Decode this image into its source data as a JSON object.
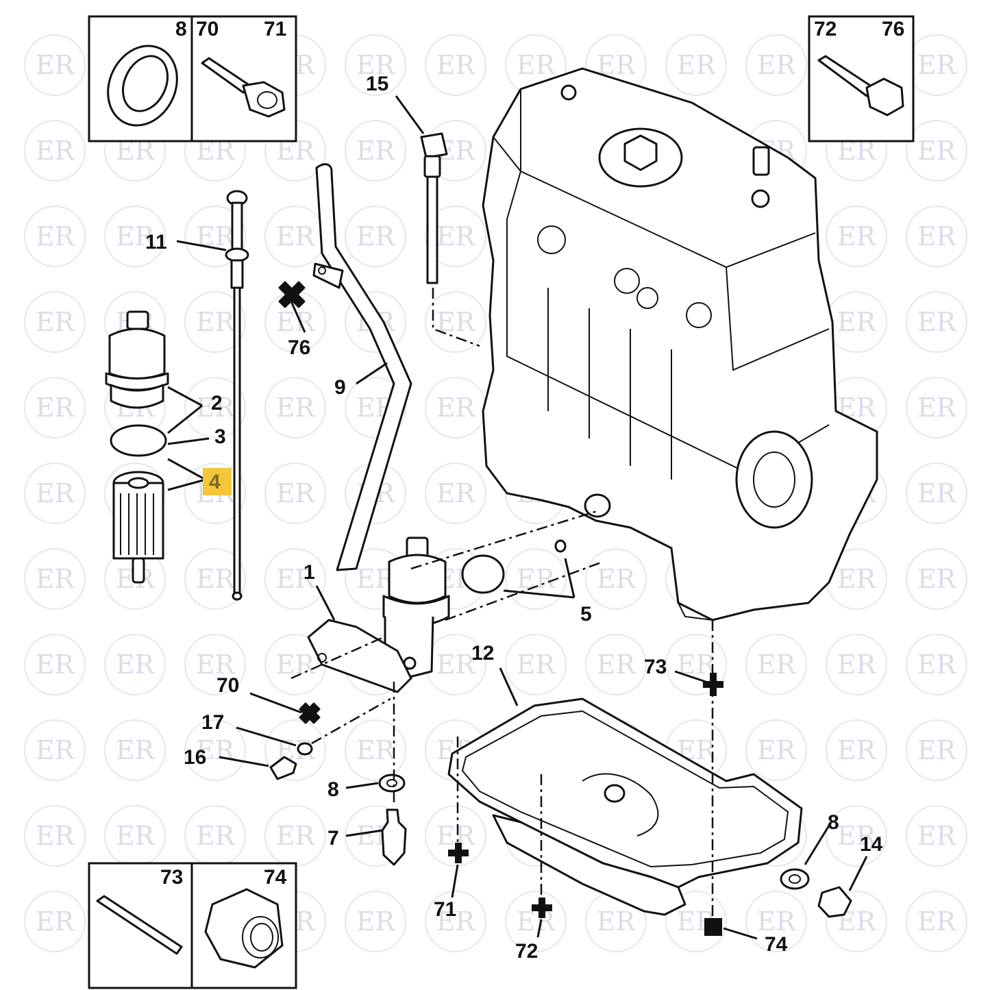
{
  "callouts": {
    "c1": "1",
    "c2": "2",
    "c3": "3",
    "c4": "4",
    "c5": "5",
    "c7": "7",
    "c8a": "8",
    "c8b": "8",
    "c9": "9",
    "c11": "11",
    "c12": "12",
    "c14": "14",
    "c15": "15",
    "c16": "16",
    "c17": "17",
    "c70": "70",
    "c71": "71",
    "c72": "72",
    "c73": "73",
    "c74": "74",
    "c76": "76"
  },
  "insets": {
    "top_left": {
      "n8": "8",
      "n70": "70",
      "n71": "71"
    },
    "top_right": {
      "n72": "72",
      "n76": "76"
    },
    "bottom_left": {
      "n73": "73",
      "n74": "74"
    }
  },
  "highlight": {
    "label": "4",
    "color": "#f5c63a"
  },
  "watermark": {
    "text": "ER"
  },
  "colors": {
    "line": "#111111",
    "watermark": "#d9dde9",
    "background": "#ffffff"
  }
}
